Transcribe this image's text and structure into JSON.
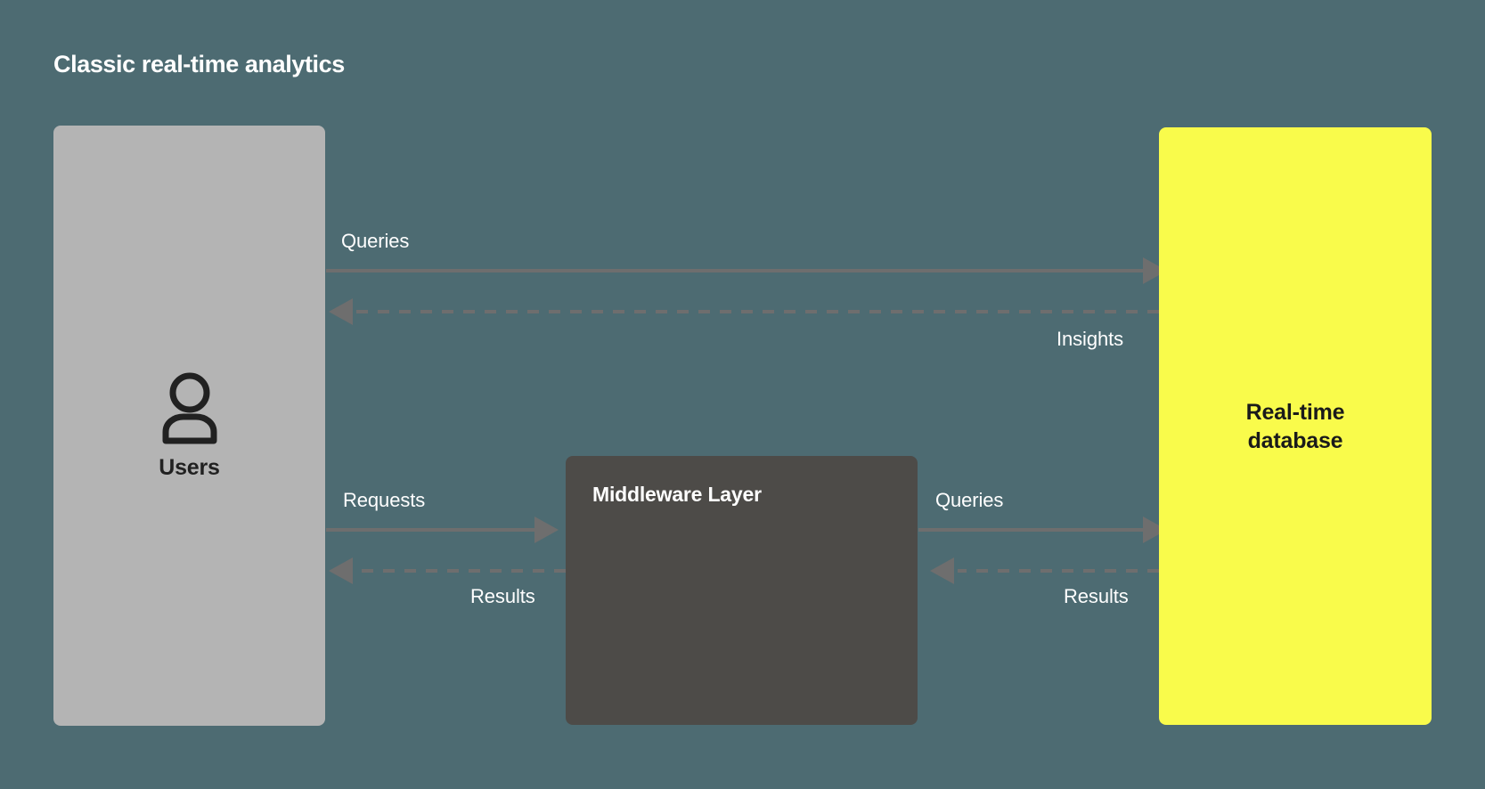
{
  "diagram": {
    "title": "Classic real-time analytics",
    "background_color": "#4d6b72",
    "type": "flow-diagram"
  },
  "nodes": {
    "users": {
      "label": "Users",
      "icon": "user-icon",
      "fill_color": "#b4b4b4",
      "text_color": "#212121"
    },
    "middleware": {
      "label": "Middleware Layer",
      "fill_color": "#4d4b48",
      "text_color": "#ffffff"
    },
    "database": {
      "label_line1": "Real-time",
      "label_line2": "database",
      "fill_color": "#f9fb4b",
      "text_color": "#1a1a1a"
    }
  },
  "edges": {
    "queries_top": {
      "label": "Queries",
      "from": "users",
      "to": "database",
      "style": "solid",
      "direction": "right",
      "color": "#6e6e6e"
    },
    "insights": {
      "label": "Insights",
      "from": "database",
      "to": "users",
      "style": "dashed",
      "direction": "left",
      "color": "#6e6e6e"
    },
    "requests": {
      "label": "Requests",
      "from": "users",
      "to": "middleware",
      "style": "solid",
      "direction": "right",
      "color": "#6e6e6e"
    },
    "results_left": {
      "label": "Results",
      "from": "middleware",
      "to": "users",
      "style": "dashed",
      "direction": "left",
      "color": "#6e6e6e"
    },
    "queries_mid": {
      "label": "Queries",
      "from": "middleware",
      "to": "database",
      "style": "solid",
      "direction": "right",
      "color": "#6e6e6e"
    },
    "results_right": {
      "label": "Results",
      "from": "database",
      "to": "middleware",
      "style": "dashed",
      "direction": "left",
      "color": "#6e6e6e"
    }
  }
}
